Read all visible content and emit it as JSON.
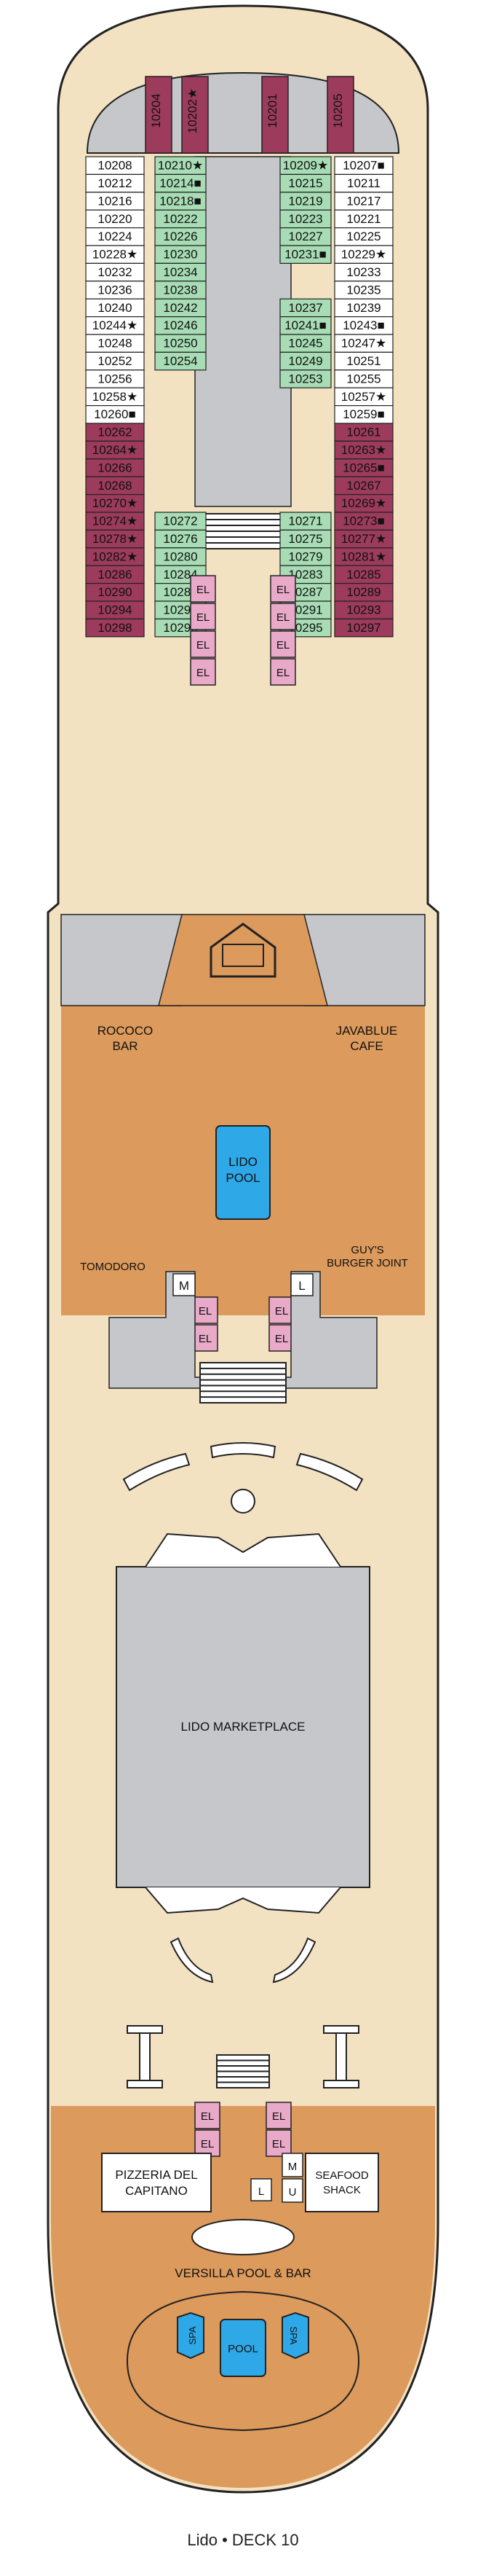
{
  "colors": {
    "hull": "#f3e2c2",
    "deck_wood": "#dc9a5c",
    "cabin_inside": "#ffffff",
    "cabin_suite": "#9c3b5c",
    "cabin_green": "#a7dcb5",
    "elevator": "#e9a9c8",
    "corridor": "#c5c7ca",
    "pool": "#2fa8e8",
    "outline": "#222222"
  },
  "top_suites": [
    "10204",
    "10202★",
    "10201",
    "10205"
  ],
  "cabins": {
    "port_outer": [
      "10208",
      "10212",
      "10216",
      "10220",
      "10224",
      "10228★",
      "10232",
      "10236",
      "10240",
      "10244★",
      "10248",
      "10252",
      "10256",
      "10258★",
      "10260■",
      "10262",
      "10264★",
      "10266",
      "10268",
      "10270★",
      "10274★",
      "10278★",
      "10282★",
      "10286",
      "10290",
      "10294",
      "10298"
    ],
    "port_inner": [
      "10210★",
      "10214■",
      "10218■",
      "10222",
      "10226",
      "10230",
      "10234",
      "10238",
      "10242",
      "10246",
      "10250",
      "10254",
      "10272",
      "10276",
      "10280",
      "10284",
      "10288",
      "10292",
      "10296"
    ],
    "stbd_inner": [
      "10209★",
      "10215",
      "10219",
      "10223",
      "10227",
      "10231■",
      "10237",
      "10241■",
      "10245",
      "10249",
      "10253",
      "10271",
      "10275",
      "10279",
      "10283",
      "10287",
      "10291",
      "10295"
    ],
    "stbd_outer": [
      "10207■",
      "10211",
      "10217",
      "10221",
      "10225",
      "10229★",
      "10233",
      "10235",
      "10239",
      "10243■",
      "10247★",
      "10251",
      "10255",
      "10257★",
      "10259■",
      "10261",
      "10263★",
      "10265■",
      "10267",
      "10269★",
      "10273■",
      "10277★",
      "10281★",
      "10285",
      "10289",
      "10293",
      "10297"
    ]
  },
  "elevator_label": "EL",
  "labels": {
    "rococo_bar": [
      "ROCOCO",
      "BAR"
    ],
    "javablue_cafe": [
      "JAVABLUE",
      "CAFE"
    ],
    "lido_pool": [
      "LIDO",
      "POOL"
    ],
    "tomodoro": "TOMODORO",
    "guys_burger": [
      "GUY'S",
      "BURGER JOINT"
    ],
    "men": "M",
    "ladies": "L",
    "lido_marketplace": "LIDO MARKETPLACE",
    "pizzeria": [
      "PIZZERIA DEL",
      "CAPITANO"
    ],
    "seafood_shack": [
      "SEAFOOD",
      "SHACK"
    ],
    "unisex": "U",
    "versilla": "VERSILLA POOL & BAR",
    "spa": "SPA",
    "pool": "POOL"
  },
  "caption": "Lido • DECK 10"
}
